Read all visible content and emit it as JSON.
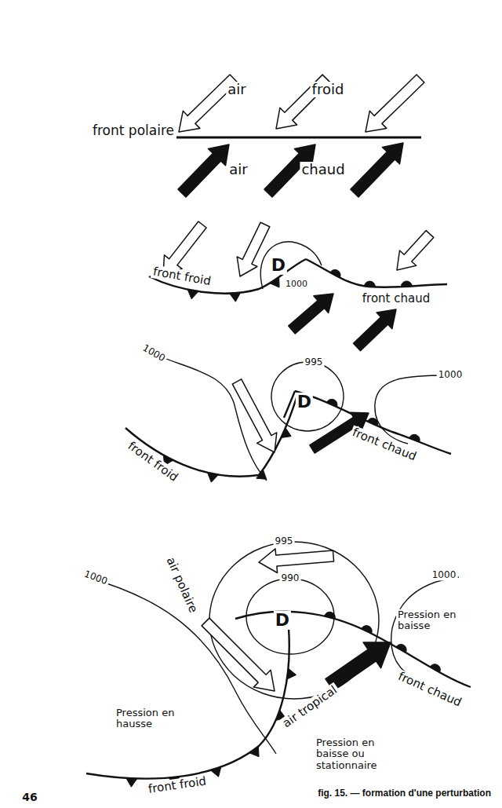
{
  "diagram": {
    "caption": "fig. 15. — formation d'une perturbation",
    "labels": [
      "air",
      "froid",
      "front polaire",
      "air",
      "chaud",
      "front froid",
      "1000",
      "D",
      "front chaud",
      "1000",
      "995",
      "D",
      "1000",
      "front froid",
      "front chaud",
      "995",
      "990",
      "D",
      "1000",
      "1000",
      "air polaire",
      "Pression en baisse",
      "air tropical",
      "front chaud",
      "Pression en hausse",
      "Pression en baisse ou stationnaire",
      "front froid",
      "46"
    ]
  }
}
